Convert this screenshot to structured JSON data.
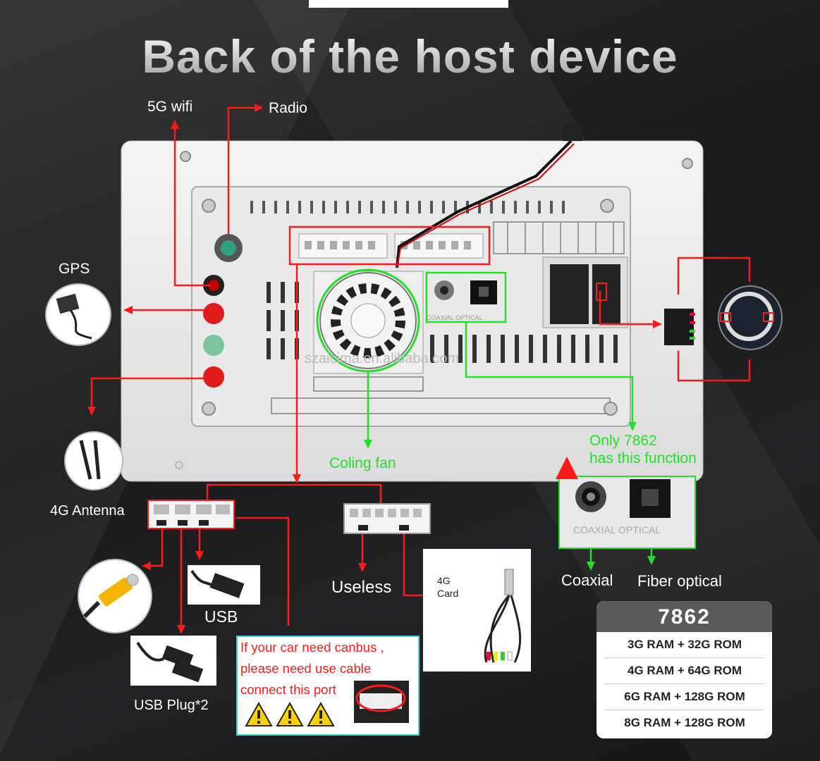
{
  "title": "Back of the host device",
  "labels": {
    "wifi": "5G wifi",
    "radio": "Radio",
    "gps": "GPS",
    "antenna_4g": "4G Antenna",
    "fan": "Coling fan",
    "only_line1": "Only 7862",
    "only_line2": "has this function",
    "coaxial": "Coaxial",
    "fiber": "Fiber optical",
    "useless": "Useless",
    "card_line1": "4G",
    "card_line2": "Card",
    "usb": "USB",
    "usb_plug": "USB Plug*2",
    "watermark": "szaicima.en.alibaba.com",
    "panel_coaxial": "COAXIAL OPTICAL",
    "inset_coaxial": "COAXIAL  OPTICAL"
  },
  "canbus": {
    "line1": "If your car need canbus ,",
    "line2": "please need use cable",
    "line3": "connect this port"
  },
  "spec": {
    "model": "7862",
    "rows": [
      "3G RAM  +  32G ROM",
      "4G RAM  +  64G ROM",
      "6G RAM  +  128G ROM",
      "8G RAM  +  128G ROM"
    ]
  },
  "colors": {
    "callout_red": "#ff1a1a",
    "highlight_green": "#22e02a",
    "canbus_border": "#39d0e0",
    "spec_header": "#5a5a5c"
  }
}
